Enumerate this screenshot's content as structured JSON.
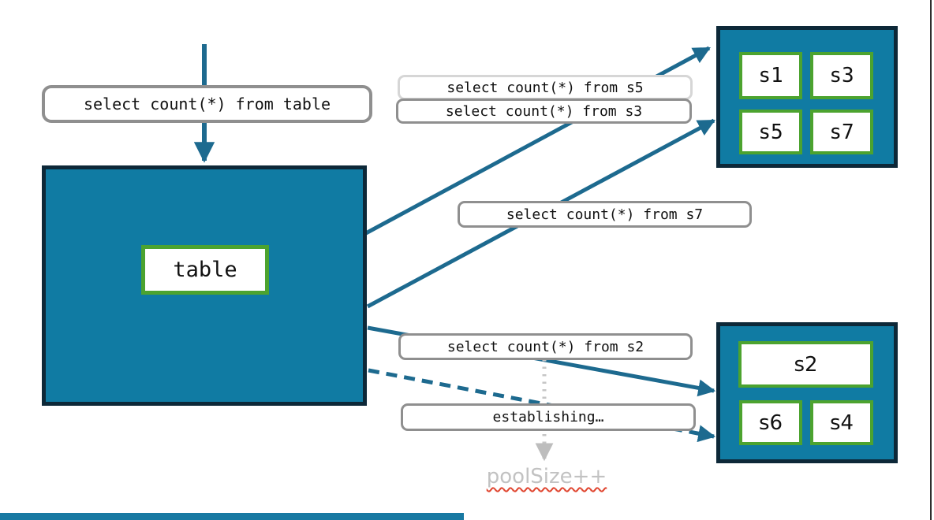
{
  "colors": {
    "box_fill_teal": "#107ba3",
    "box_border_navy": "#0d2838",
    "shard_border_green": "#4ca32f",
    "arrow_teal": "#1d6a8f",
    "pill_border_gray": "#8f8f8f",
    "pill_border_light": "#d6d6d6",
    "faded_text_gray": "#c2c2c2",
    "dotted_arrow_gray": "#c6c6c6",
    "squiggle_red": "#e0452f",
    "progress_bar_teal": "#1879a2"
  },
  "labels": {
    "query_table": "select count(*) from table",
    "query_s5": "select count(*) from s5",
    "query_s3": "select count(*) from s3",
    "query_s7": "select count(*) from s7",
    "query_s2": "select count(*) from s2",
    "establishing": "establishing…",
    "pool_size": "poolSize++"
  },
  "table_box": {
    "label": "table"
  },
  "shard_box_top": {
    "shards": [
      "s1",
      "s3",
      "s5",
      "s7"
    ]
  },
  "shard_box_bottom": {
    "shards": [
      "s2",
      "s6",
      "s4"
    ]
  }
}
